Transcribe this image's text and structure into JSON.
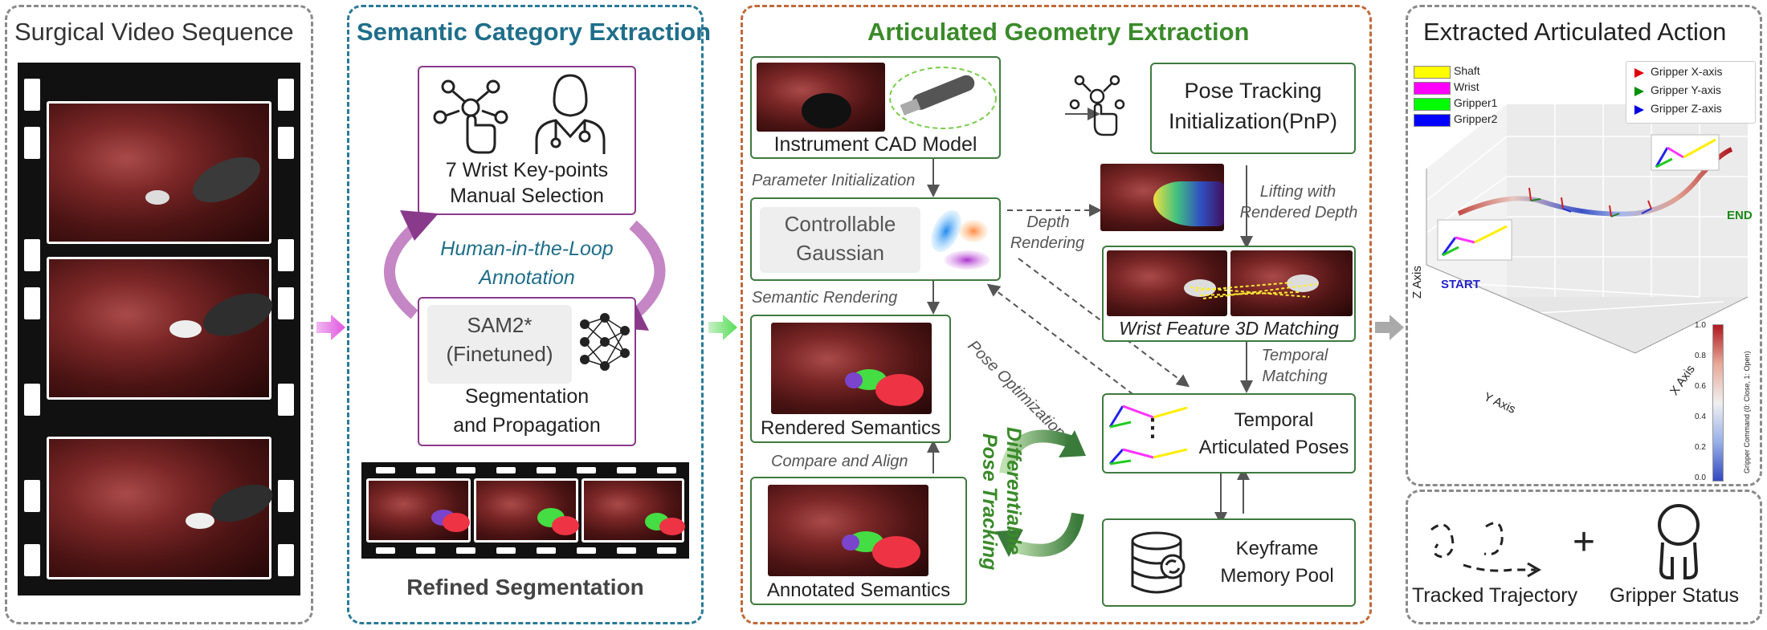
{
  "panels": {
    "video": {
      "title": "Surgical Video Sequence"
    },
    "semantic": {
      "title": "Semantic Category Extraction",
      "keypoints_label_line1": "7 Wrist Key-points",
      "keypoints_label_line2": "Manual Selection",
      "loop_line1": "Human-in-the-Loop",
      "loop_line2": "Annotation",
      "sam_line1": "SAM2*",
      "sam_line2": "(Finetuned)",
      "seg_line1": "Segmentation",
      "seg_line2": "and Propagation",
      "refined": "Refined Segmentation"
    },
    "geometry": {
      "title": "Articulated Geometry Extraction",
      "cad": "Instrument CAD Model",
      "param_init": "Parameter Initialization",
      "gauss_line1": "Controllable",
      "gauss_line2": "Gaussian",
      "depth_line1": "Depth",
      "depth_line2": "Rendering",
      "pose_line1": "Pose Tracking",
      "pose_line2": "Initialization(PnP)",
      "lifting_line1": "Lifting with",
      "lifting_line2": "Rendered Depth",
      "wrist_match": "Wrist Feature 3D Matching",
      "semantic_rendering": "Semantic Rendering",
      "pose_opt": "Pose Optimization",
      "rendered_sem": "Rendered Semantics",
      "temporal_match_line1": "Temporal",
      "temporal_match_line2": "Matching",
      "temporal_poses_line1": "Temporal",
      "temporal_poses_line2": "Articulated Poses",
      "ellipsis": "⋮",
      "compare": "Compare and Align",
      "diff_line1": "Differentiable",
      "diff_line2": "Pose Tracking",
      "annotated_sem": "Annotated Semantics",
      "keyframe_line1": "Keyframe",
      "keyframe_line2": "Memory Pool"
    },
    "action": {
      "title": "Extracted Articulated Action",
      "legend_parts": [
        {
          "label": "Shaft",
          "color": "#ffff00"
        },
        {
          "label": "Wrist",
          "color": "#ff00ff"
        },
        {
          "label": "Gripper1",
          "color": "#00ff00"
        },
        {
          "label": "Gripper2",
          "color": "#0000ff"
        }
      ],
      "legend_axes": [
        {
          "label": "Gripper X-axis",
          "color": "#e00000"
        },
        {
          "label": "Gripper Y-axis",
          "color": "#009000"
        },
        {
          "label": "Gripper Z-axis",
          "color": "#0000e0"
        }
      ],
      "start": "START",
      "end": "END",
      "z_axis": "Z Axis",
      "y_axis": "Y Axis",
      "x_axis": "X Axis",
      "colorbar_label": "Gripper Command (0: Close, 1: Open)",
      "colorbar_ticks": [
        "1.0",
        "0.8",
        "0.6",
        "0.4",
        "0.2",
        "0.0"
      ]
    },
    "summary": {
      "trajectory": "Tracked Trajectory",
      "plus": "+",
      "gripper": "Gripper Status"
    }
  }
}
